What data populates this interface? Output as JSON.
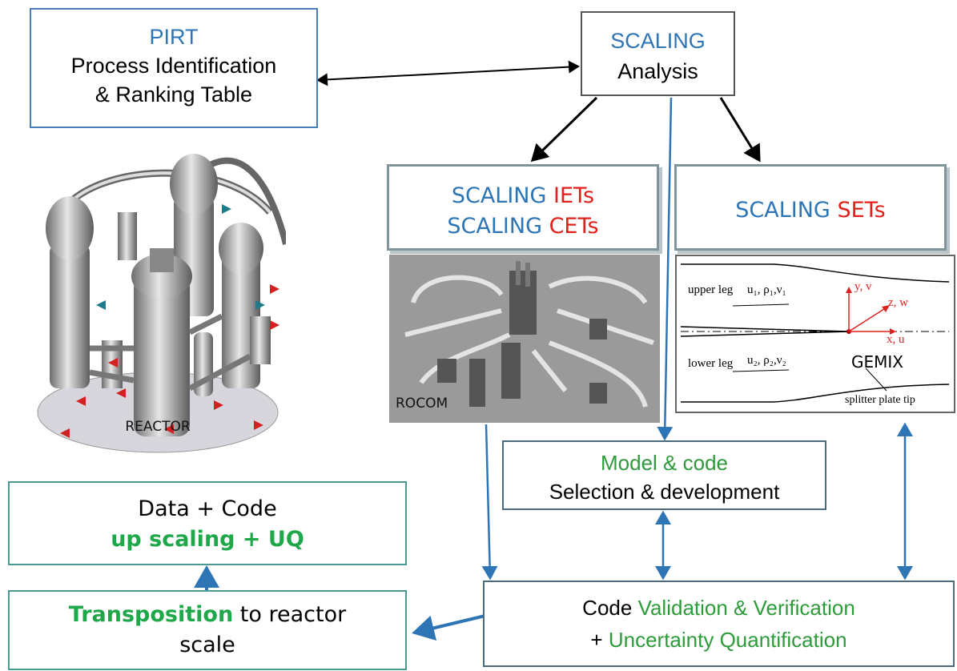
{
  "colors": {
    "blue": "#2e75b6",
    "red": "#e0201a",
    "green": "#2e9b3a",
    "box_border_blue": "#4a7ebb",
    "box_border_teal": "#4a9a94",
    "box_border_gray": "#7f959b"
  },
  "pirt": {
    "title": "PIRT",
    "line1": "Process Identification",
    "line2": "& Ranking Table"
  },
  "scaling": {
    "title": "SCALING",
    "subtitle": "Analysis"
  },
  "iets": {
    "w1": "SCALING ",
    "r1": "IETs",
    "w2": "SCALING ",
    "r2": "CETs"
  },
  "sets": {
    "w1": "SCALING ",
    "r1": "SETs"
  },
  "rocom": {
    "label": "ROCOM"
  },
  "reactor": {
    "label": "REACTOR"
  },
  "gemix": {
    "label": "GEMIX",
    "upper_leg": "upper leg",
    "lower_leg": "lower leg",
    "upper_vars": "u₁, ρ₁,ν₁",
    "lower_vars": "u₂, ρ₂,ν₂",
    "axis_y": "y, v",
    "axis_z": "z, w",
    "axis_x": "x, u",
    "tip": "splitter plate tip"
  },
  "model": {
    "line1": "Model & code",
    "line2": "Selection & development"
  },
  "data_code": {
    "line1": "Data + Code",
    "line2": "up scaling + UQ"
  },
  "transposition": {
    "green": "Transposition",
    "rest": " to reactor",
    "line2": "scale"
  },
  "validation": {
    "pre1": "Code ",
    "green1": "Validation & Verification",
    "pre2": "+ ",
    "green2": "Uncertainty Quantification"
  }
}
